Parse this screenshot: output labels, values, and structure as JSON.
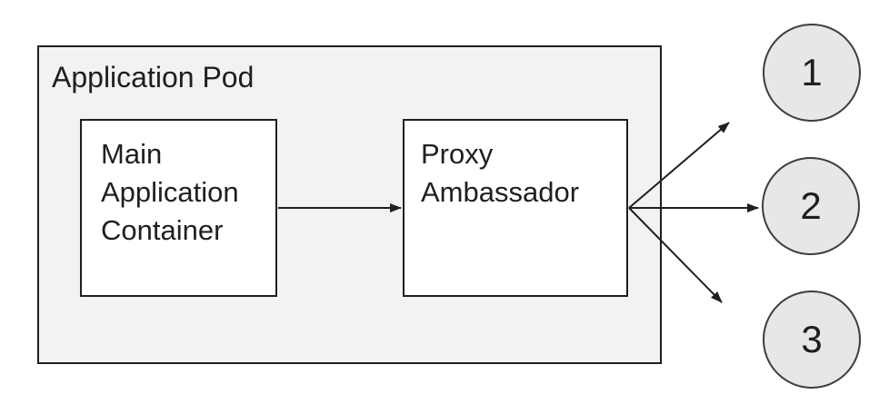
{
  "diagram": {
    "type": "architecture-diagram",
    "pod": {
      "label": "Application Pod"
    },
    "nodes": [
      {
        "id": "main-application-container",
        "label": "Main Application Container"
      },
      {
        "id": "proxy-ambassador",
        "label": "Proxy Ambassador"
      }
    ],
    "endpoints": [
      {
        "label": "1"
      },
      {
        "label": "2"
      },
      {
        "label": "3"
      }
    ],
    "connections": [
      {
        "from": "main-application-container",
        "to": "proxy-ambassador"
      },
      {
        "from": "proxy-ambassador",
        "to": "endpoint-1"
      },
      {
        "from": "proxy-ambassador",
        "to": "endpoint-2"
      },
      {
        "from": "proxy-ambassador",
        "to": "endpoint-3"
      }
    ],
    "colors": {
      "pod_fill": "#f2f2f2",
      "node_fill": "#ffffff",
      "endpoint_fill": "#e7e7e7",
      "stroke": "#1f1f1f"
    }
  }
}
